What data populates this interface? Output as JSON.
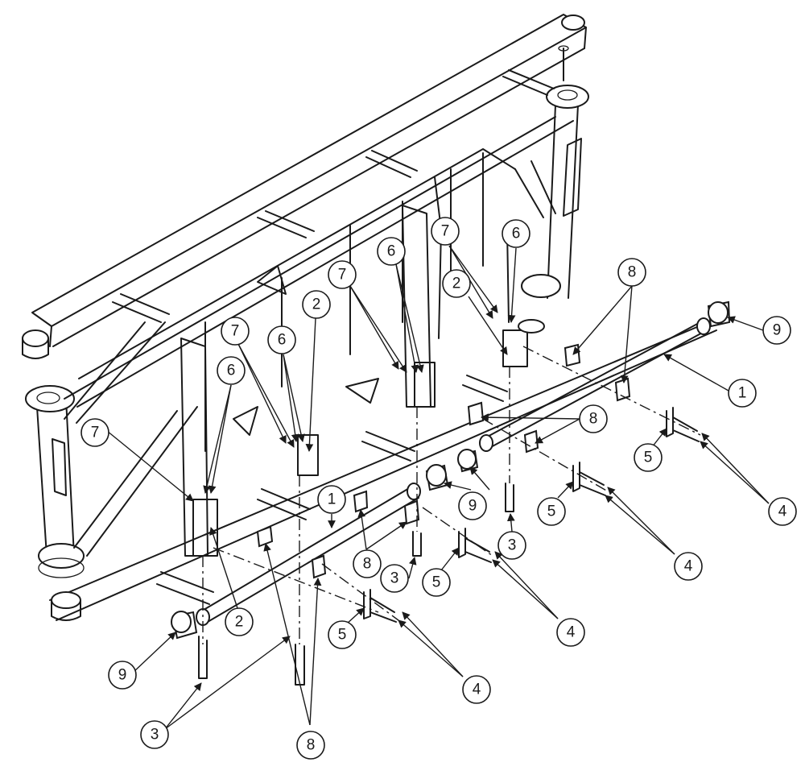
{
  "diagram": {
    "callouts": [
      "1",
      "2",
      "3",
      "4",
      "5",
      "6",
      "7",
      "8",
      "9"
    ]
  }
}
